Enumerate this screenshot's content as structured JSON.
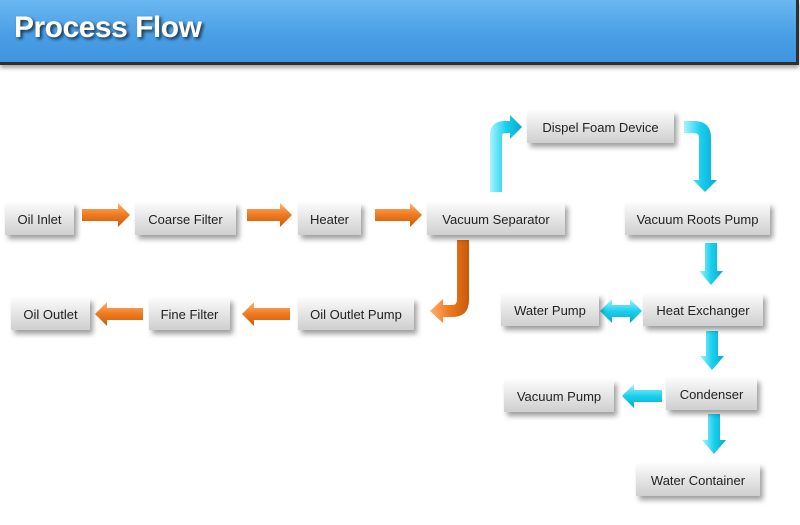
{
  "title": "Process Flow",
  "colors": {
    "header": "#4a9fe6",
    "oil_arrow": "#ef7a1e",
    "vacuum_arrow": "#1ad0ee"
  },
  "nodes": {
    "oil_inlet": "Oil Inlet",
    "coarse_filter": "Coarse Filter",
    "heater": "Heater",
    "vacuum_separator": "Vacuum Separator",
    "dispel_foam_device": "Dispel Foam Device",
    "vacuum_roots_pump": "Vacuum Roots Pump",
    "oil_outlet_pump": "Oil Outlet Pump",
    "fine_filter": "Fine Filter",
    "oil_outlet": "Oil Outlet",
    "water_pump": "Water  Pump",
    "heat_exchanger": "Heat Exchanger",
    "vacuum_pump": "Vacuum  Pump",
    "condenser": "Condenser",
    "water_container": "Water Container"
  }
}
